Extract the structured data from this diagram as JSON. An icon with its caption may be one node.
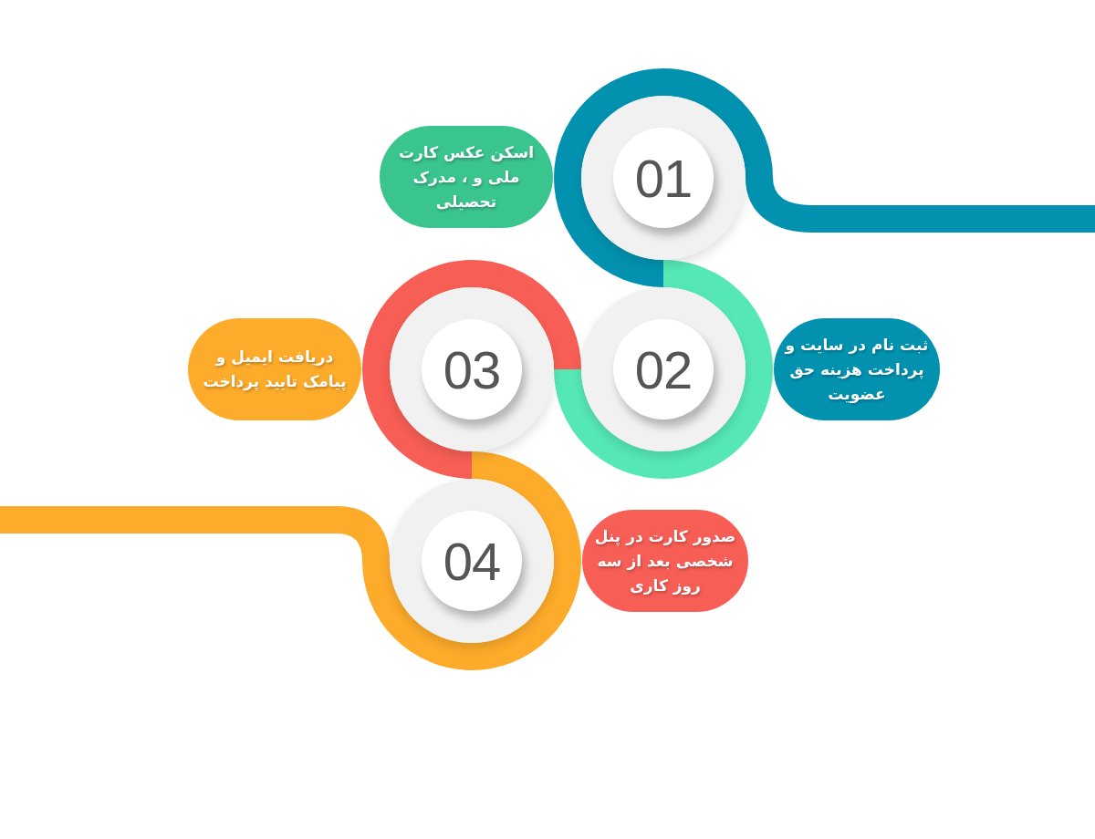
{
  "diagram": {
    "nodes": [
      {
        "text": [
          "01"
        ]
      },
      {
        "text": [
          "اسکن عکس کارت ملی و ، مدرک تحصیلی"
        ]
      },
      {
        "text": [
          "02"
        ]
      },
      {
        "text": [
          "ثبت نام در سایت و پرداخت هزینه حق عضویت"
        ]
      },
      {
        "text": [
          "03"
        ]
      },
      {
        "text": [
          "دریافت ایمیل و پیامک تایید پرداخت"
        ]
      },
      {
        "text": [
          "04"
        ]
      },
      {
        "text": [
          "صدور کارت در پنل شخصی بعد از سه روز کاری"
        ]
      }
    ],
    "edges": [
      {
        "from": null,
        "to": 0,
        "arrow": "none",
        "color": "#0292b0"
      },
      {
        "from": 0,
        "to": 2,
        "arrow": "none",
        "color": "#0292b0"
      },
      {
        "from": 2,
        "to": 4,
        "arrow": "none",
        "color": "#55e8b5"
      },
      {
        "from": 4,
        "to": 6,
        "arrow": "none",
        "color": "#f75e55"
      },
      {
        "from": 6,
        "to": null,
        "arrow": "none",
        "color": "#fdab2a"
      }
    ]
  }
}
